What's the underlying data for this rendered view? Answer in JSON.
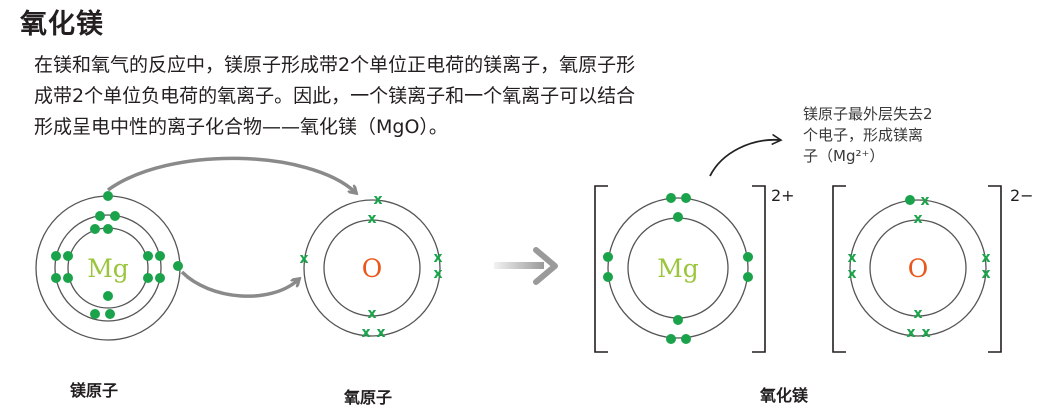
{
  "title": "氧化镁",
  "paragraph": {
    "line1": "在镁和氧气的反应中，镁原子形成带2个单位正电荷的镁离子，氧原子形",
    "line2": "成带2个单位负电荷的氧离子。因此，一个镁离子和一个氧离子可以结合",
    "line3": "形成呈电中性的离子化合物——氧化镁（MgO）。"
  },
  "note": {
    "line1": "镁原子最外层失去2",
    "line2": "个电子，形成镁离",
    "line3": "子（Mg²⁺）"
  },
  "symbols": {
    "mg": "Mg",
    "o": "O"
  },
  "charges": {
    "mg_ion": "2+",
    "o_ion": "2−"
  },
  "captions": {
    "mg_atom": "镁原子",
    "o_atom": "氧原子",
    "mgo": "氧化镁"
  },
  "colors": {
    "mg_symbol": "#9bc53d",
    "o_symbol": "#e8571c",
    "electron": "#1aa34a",
    "shell": "#555555",
    "arrow": "#8a8a8a"
  }
}
